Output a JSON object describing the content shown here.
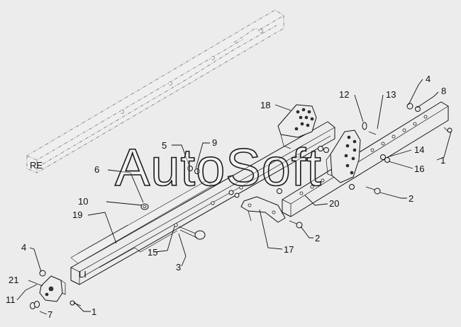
{
  "watermark": "AutoSoft",
  "side_labels": {
    "right": "RE",
    "left": "LI"
  },
  "callouts": [
    {
      "id": "c1a",
      "text": "1"
    },
    {
      "id": "c1b",
      "text": "1"
    },
    {
      "id": "c2a",
      "text": "2"
    },
    {
      "id": "c2b",
      "text": "2"
    },
    {
      "id": "c3",
      "text": "3"
    },
    {
      "id": "c4a",
      "text": "4"
    },
    {
      "id": "c4b",
      "text": "4"
    },
    {
      "id": "c5",
      "text": "5"
    },
    {
      "id": "c6",
      "text": "6"
    },
    {
      "id": "c7",
      "text": "7"
    },
    {
      "id": "c8",
      "text": "8"
    },
    {
      "id": "c9",
      "text": "9"
    },
    {
      "id": "c10",
      "text": "10"
    },
    {
      "id": "c11",
      "text": "11"
    },
    {
      "id": "c12",
      "text": "12"
    },
    {
      "id": "c13",
      "text": "13"
    },
    {
      "id": "c14",
      "text": "14"
    },
    {
      "id": "c15",
      "text": "15"
    },
    {
      "id": "c16",
      "text": "16"
    },
    {
      "id": "c17",
      "text": "17"
    },
    {
      "id": "c18",
      "text": "18"
    },
    {
      "id": "c19",
      "text": "19"
    },
    {
      "id": "c20",
      "text": "20"
    },
    {
      "id": "c21",
      "text": "21"
    }
  ]
}
